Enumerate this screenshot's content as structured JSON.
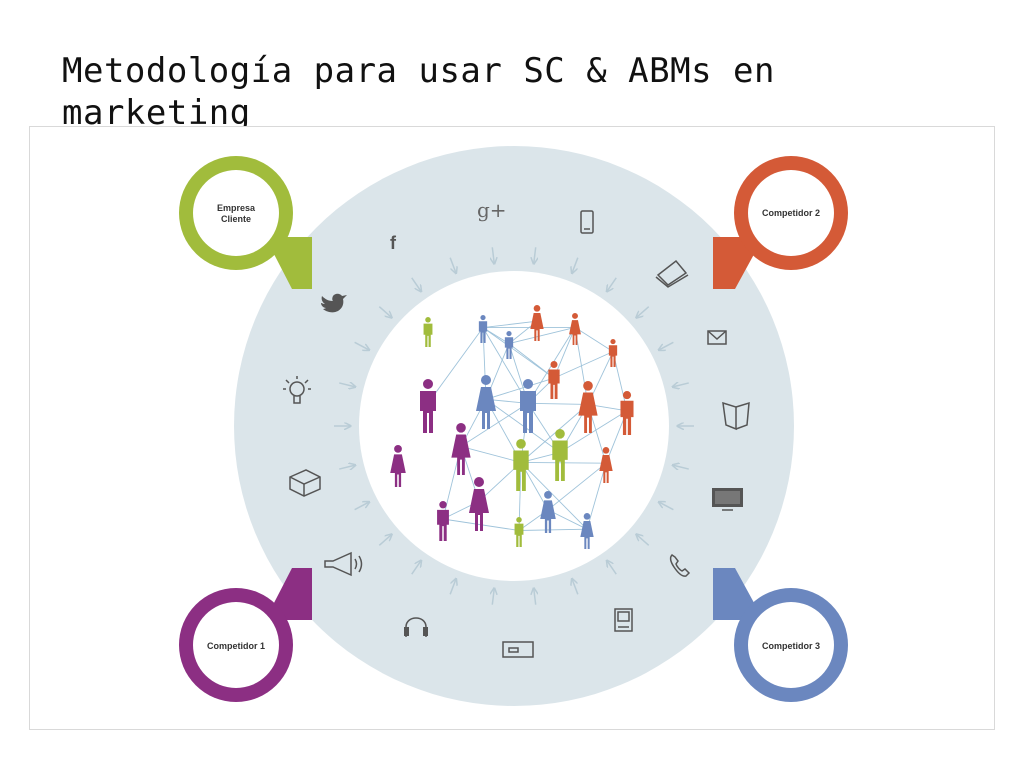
{
  "title": "Metodología para usar SC & ABMs en marketing",
  "colors": {
    "ring": "#dbe5ea",
    "arrow": "#b9ccd6",
    "link": "#9fc3da",
    "green": "#a1bc3c",
    "orange": "#d45a37",
    "purple": "#8c2f83",
    "blue": "#6b87bf",
    "icon": "#555555"
  },
  "pins": {
    "empresa_cliente": [
      "Empresa",
      "Cliente"
    ],
    "competidor_2": "Competidor 2",
    "competidor_1": "Competidor 1",
    "competidor_3": "Competidor 3"
  },
  "channel_icons": [
    "google-plus-icon",
    "mobile-phone-icon",
    "facebook-icon",
    "tablet-icon",
    "twitter-icon",
    "email-icon",
    "lightbulb-icon",
    "book-icon",
    "package-icon",
    "tv-icon",
    "megaphone-icon",
    "telephone-icon",
    "headphones-icon",
    "card-icon",
    "computer-icon"
  ],
  "google_plus_text": "g+",
  "facebook_text": "f"
}
